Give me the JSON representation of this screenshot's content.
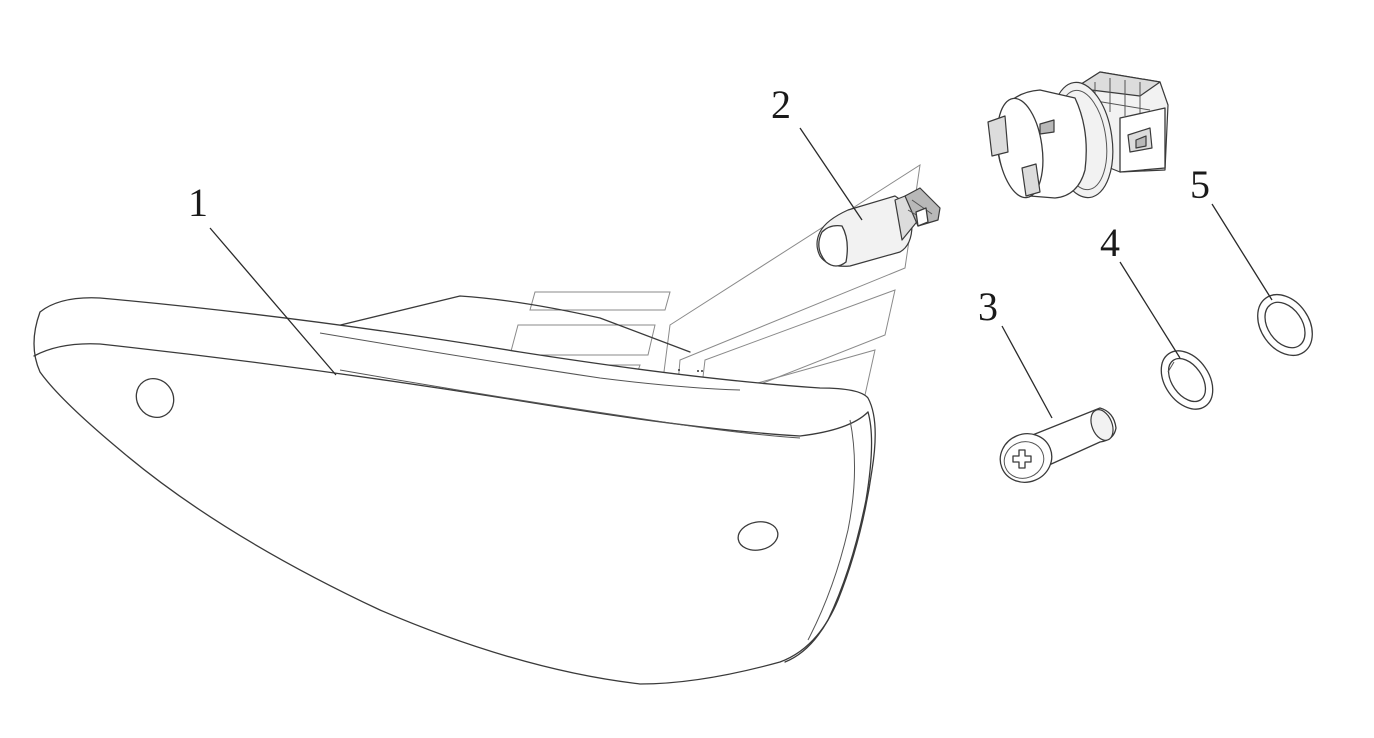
{
  "parts": [
    {
      "id": "housing",
      "label": "1"
    },
    {
      "id": "bulb",
      "label": "2"
    },
    {
      "id": "screw",
      "label": "3"
    },
    {
      "id": "ring-small",
      "label": "4"
    },
    {
      "id": "ring-large",
      "label": "5"
    }
  ],
  "socket": {
    "label": ""
  }
}
